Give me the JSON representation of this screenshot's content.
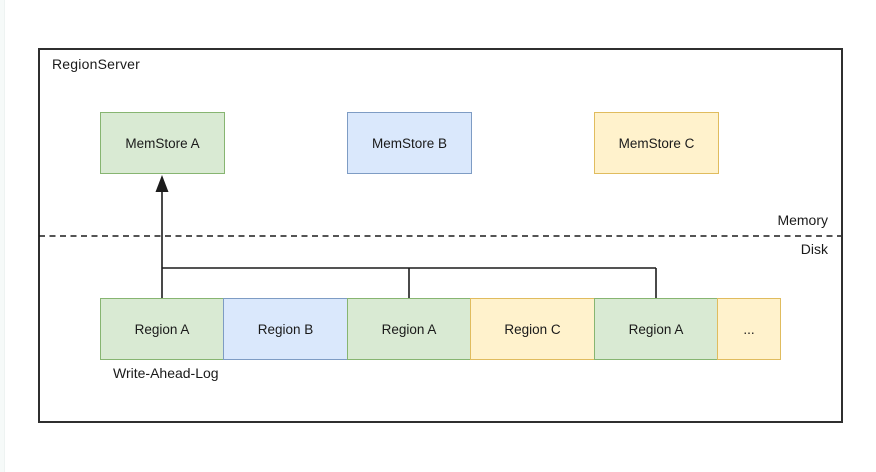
{
  "diagram": {
    "container_label": "RegionServer",
    "memory_label": "Memory",
    "disk_label": "Disk",
    "wal_label": "Write-Ahead-Log",
    "memstores": [
      {
        "label": "MemStore A",
        "color": "green"
      },
      {
        "label": "MemStore B",
        "color": "blue"
      },
      {
        "label": "MemStore C",
        "color": "yellow"
      }
    ],
    "wal_entries": [
      {
        "label": "Region A",
        "color": "green"
      },
      {
        "label": "Region B",
        "color": "blue"
      },
      {
        "label": "Region A",
        "color": "green"
      },
      {
        "label": "Region C",
        "color": "yellow"
      },
      {
        "label": "Region A",
        "color": "green"
      },
      {
        "label": "...",
        "color": "yellow"
      }
    ],
    "colors": {
      "green_fill": "#d9ead3",
      "green_border": "#87b571",
      "blue_fill": "#dae8fc",
      "blue_border": "#7e9cc4",
      "yellow_fill": "#fff2cc",
      "yellow_border": "#e0bc5e",
      "line_color": "#1c1c1c"
    }
  }
}
